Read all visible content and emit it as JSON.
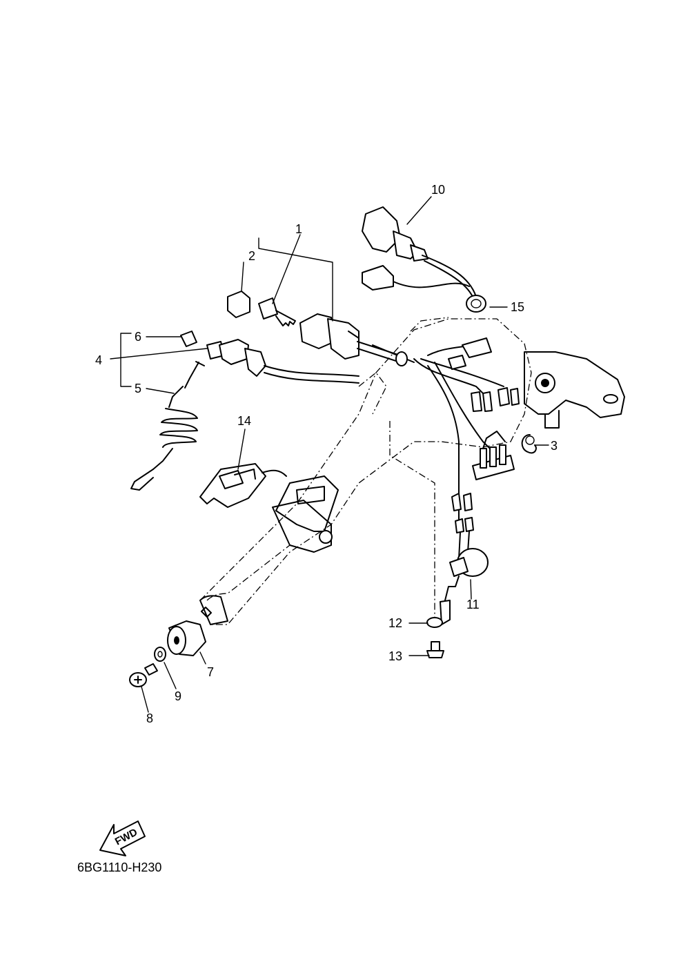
{
  "diagram": {
    "drawing_code": "6BG1110-H230",
    "direction_arrow_label": "FWD",
    "callouts": [
      "1",
      "2",
      "3",
      "4",
      "5",
      "6",
      "7",
      "8",
      "9",
      "10",
      "11",
      "12",
      "13",
      "14",
      "15"
    ]
  }
}
